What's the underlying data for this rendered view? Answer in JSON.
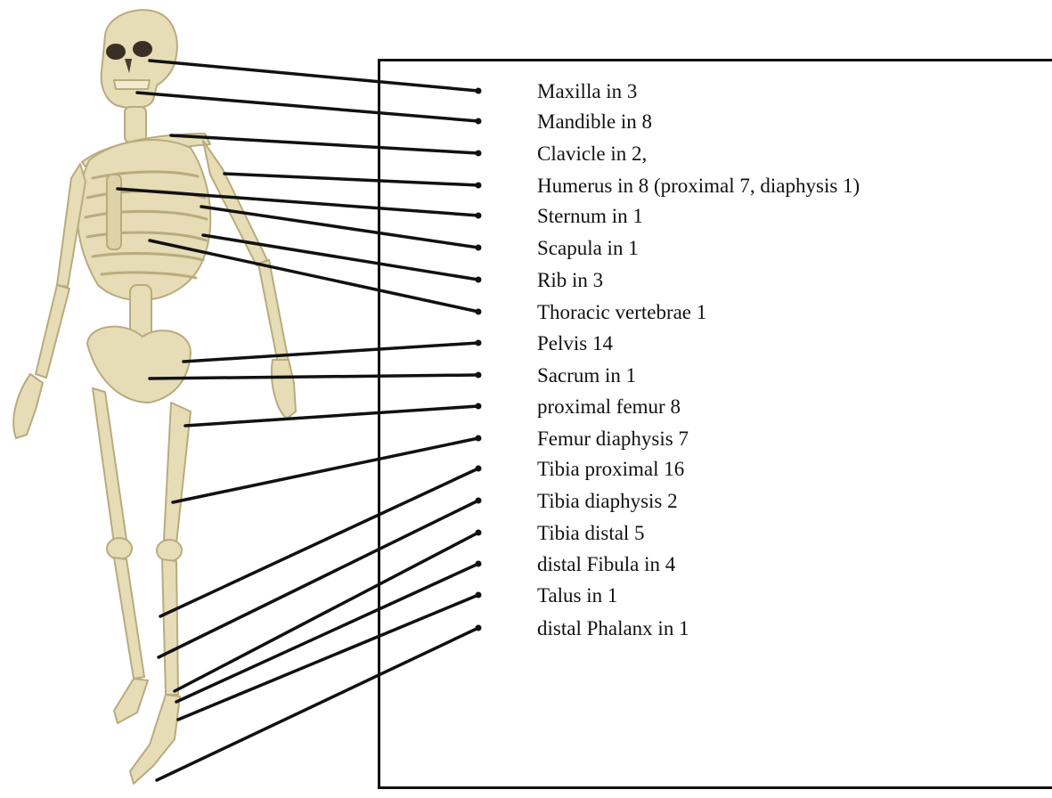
{
  "colors": {
    "bone": "#e6dcb6",
    "bone_shadow": "#b9ab7e",
    "bone_dark": "#8f8156",
    "line": "#111111",
    "background": "#ffffff"
  },
  "labels": [
    "Maxilla in 3",
    "Mandible in 8",
    "Clavicle in 2,",
    "Humerus in 8 (proximal 7, diaphysis 1)",
    "Sternum in 1",
    "Scapula in 1",
    "Rib in 3",
    "Thoracic vertebrae 1",
    "Pelvis 14",
    "Sacrum in 1",
    "proximal femur 8",
    "Femur diaphysis 7",
    "Tibia proximal 16",
    "Tibia diaphysis  2",
    "Tibia distal 5",
    "distal Fibula in 4",
    "Talus in 1",
    "distal Phalanx in 1"
  ]
}
